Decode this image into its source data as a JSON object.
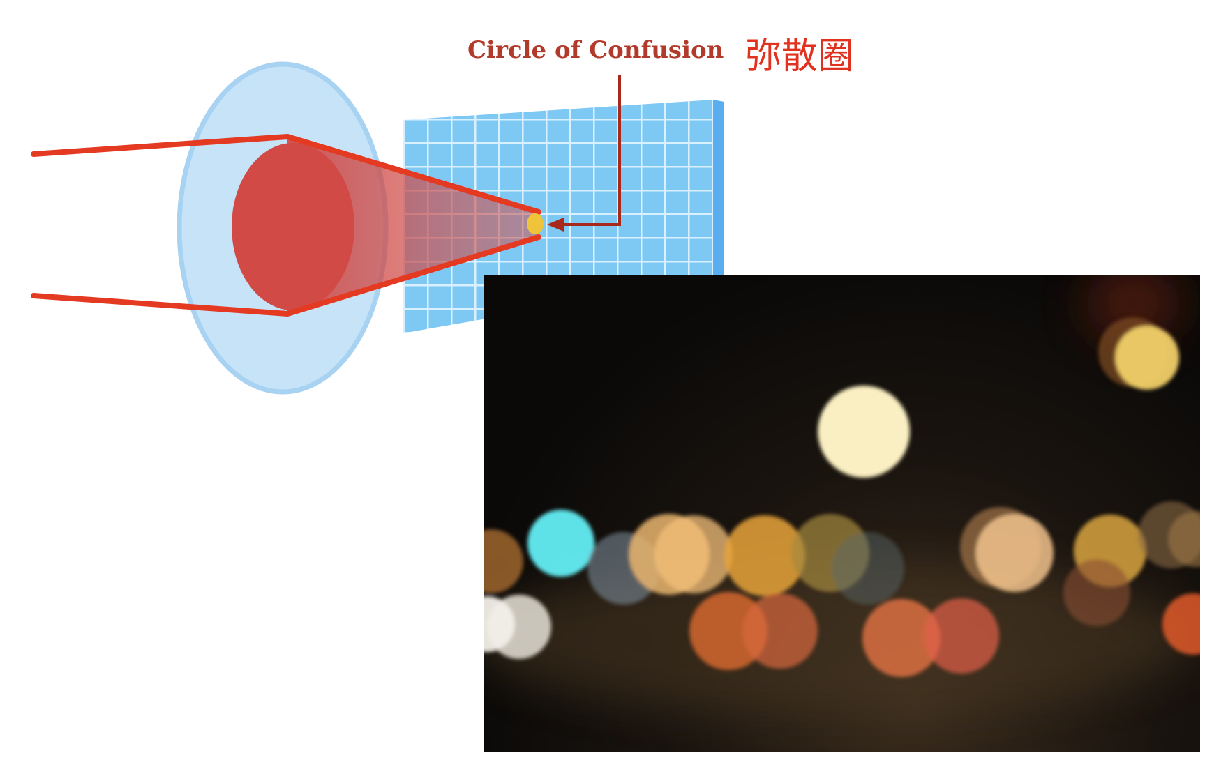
{
  "diagram": {
    "callout_label": "Circle of Confusion",
    "annotation_cn": "弥散圈"
  },
  "colors": {
    "ray_red": "#e53a22",
    "lens_blue": "#c6e3f8",
    "lens_rim": "#a8d2f2",
    "sensor_grid": "#7ec8f4",
    "sensor_lines": "#d8f0ff",
    "coc_dot": "#f0c43a",
    "callout_dark_red": "#a8281c",
    "photo_background": "#0b0a09"
  },
  "photo": {
    "subject": "night bokeh lights"
  }
}
